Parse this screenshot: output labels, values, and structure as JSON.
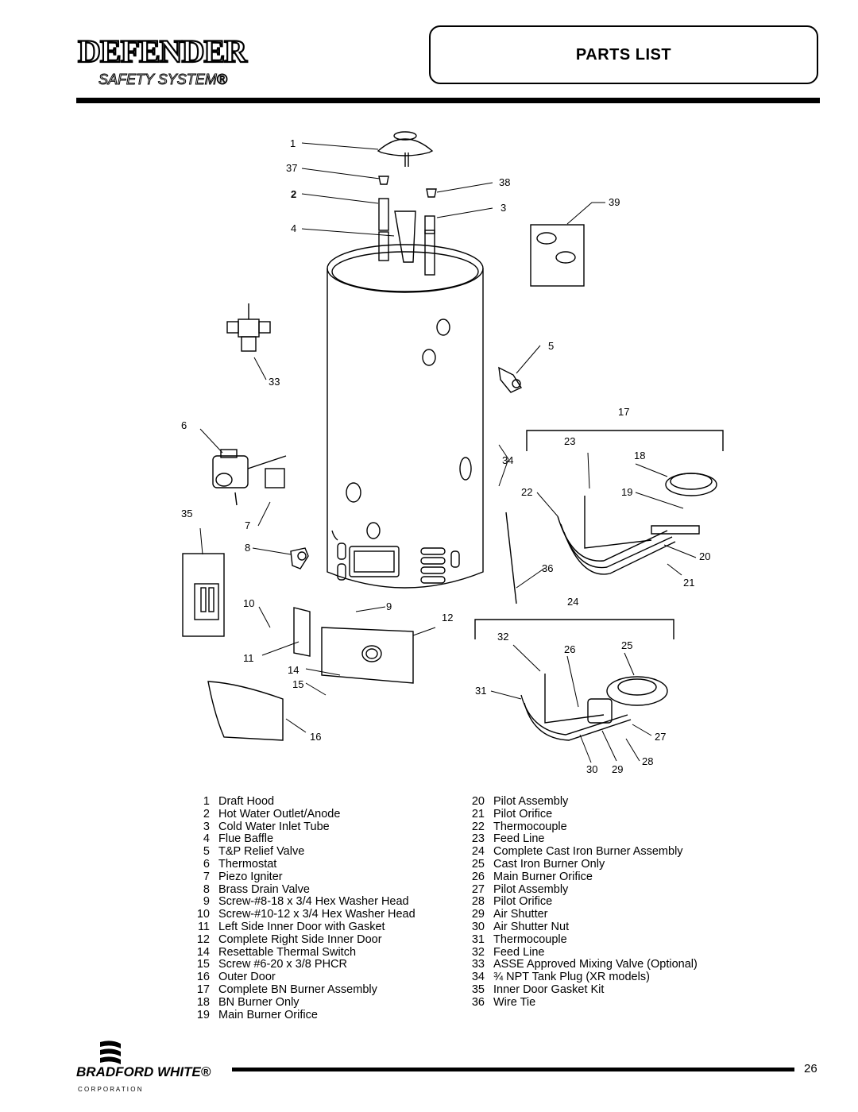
{
  "brand": {
    "logo_text": "DEFENDER",
    "logo_subtext": "SAFETY SYSTEM®"
  },
  "header": {
    "title": "PARTS LIST"
  },
  "diagram_labels": [
    "1",
    "37",
    "2",
    "38",
    "3",
    "39",
    "4",
    "5",
    "33",
    "6",
    "17",
    "23",
    "18",
    "34",
    "22",
    "19",
    "35",
    "7",
    "8",
    "36",
    "20",
    "21",
    "24",
    "10",
    "9",
    "12",
    "32",
    "25",
    "26",
    "11",
    "14",
    "15",
    "31",
    "16",
    "27",
    "28",
    "30",
    "29"
  ],
  "parts_left": [
    {
      "num": "1",
      "name": "Draft Hood"
    },
    {
      "num": "2",
      "name": "Hot Water Outlet/Anode"
    },
    {
      "num": "3",
      "name": "Cold Water Inlet Tube"
    },
    {
      "num": "4",
      "name": "Flue Baffle"
    },
    {
      "num": "5",
      "name": "T&P Relief Valve"
    },
    {
      "num": "6",
      "name": "Thermostat"
    },
    {
      "num": "7",
      "name": "Piezo Igniter"
    },
    {
      "num": "8",
      "name": "Brass Drain Valve"
    },
    {
      "num": "9",
      "name": "Screw-#8-18 x 3/4 Hex Washer Head"
    },
    {
      "num": "10",
      "name": "Screw-#10-12 x 3/4 Hex Washer Head"
    },
    {
      "num": "11",
      "name": "Left Side Inner Door with Gasket"
    },
    {
      "num": "12",
      "name": "Complete Right Side Inner Door"
    },
    {
      "num": "14",
      "name": "Resettable Thermal Switch"
    },
    {
      "num": "15",
      "name": "Screw #6-20 x 3/8 PHCR"
    },
    {
      "num": "16",
      "name": "Outer Door"
    },
    {
      "num": "17",
      "name": "Complete BN Burner Assembly"
    },
    {
      "num": "18",
      "name": "BN Burner Only"
    },
    {
      "num": "19",
      "name": "Main Burner Orifice"
    }
  ],
  "parts_right": [
    {
      "num": "20",
      "name": "Pilot Assembly"
    },
    {
      "num": "21",
      "name": "Pilot Orifice"
    },
    {
      "num": "22",
      "name": "Thermocouple"
    },
    {
      "num": "23",
      "name": "Feed Line"
    },
    {
      "num": "24",
      "name": "Complete Cast Iron Burner Assembly"
    },
    {
      "num": "25",
      "name": "Cast Iron Burner Only"
    },
    {
      "num": "26",
      "name": "Main Burner Orifice"
    },
    {
      "num": "27",
      "name": "Pilot Assembly"
    },
    {
      "num": "28",
      "name": "Pilot Orifice"
    },
    {
      "num": "29",
      "name": "Air Shutter"
    },
    {
      "num": "30",
      "name": "Air Shutter Nut"
    },
    {
      "num": "31",
      "name": "Thermocouple"
    },
    {
      "num": "32",
      "name": "Feed Line"
    },
    {
      "num": "33",
      "name": "ASSE Approved Mixing Valve (Optional)"
    },
    {
      "num": "34",
      "name": "¾ NPT Tank Plug (XR models)"
    },
    {
      "num": "35",
      "name": "Inner Door Gasket Kit"
    },
    {
      "num": "36",
      "name": "Wire Tie"
    }
  ],
  "footer": {
    "logo_text": "BRADFORD WHITE®",
    "logo_subtext": "C O R P O R A T I O N",
    "page_number": "26"
  }
}
